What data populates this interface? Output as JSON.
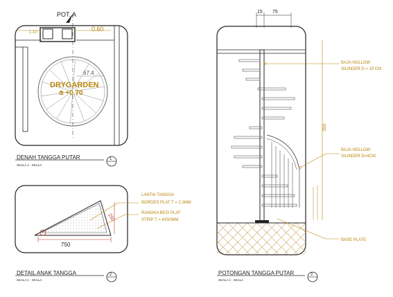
{
  "plan": {
    "section_marker": "POT. A",
    "dim_width": "0.60",
    "dim_left": "1.10",
    "dim_radius": "67.4",
    "room_name": "DRYGARDEN",
    "room_level": "± +0.70",
    "title": "DENAH TANGGA PUTAR",
    "scale": "SKALA 1 : SKALA",
    "sheet_no": "1"
  },
  "detail": {
    "label_floor_1": "LANTAI TANGGA",
    "label_floor_2": "BORDES PLAT T = 2.3MM",
    "label_frame_1": "RANGKA BESI PLAT",
    "label_frame_2": "STRIP T = 4X50MM",
    "dim_height": "250",
    "dim_length": "750",
    "title": "DETAIL ANAK TANGGA",
    "scale": "SKALA 1 : SKALA",
    "sheet_no": "2"
  },
  "section": {
    "dim_top_a": "15",
    "dim_top_b": "75",
    "label_column_1": "BAJA HOLLOW",
    "label_column_2": "SILINDER D = 15 CM",
    "label_rail_1": "BAJA HOLLOW",
    "label_rail_2": "SILINDER D=4CM",
    "dim_height": "350",
    "label_base": "BASE PLATE",
    "title": "POTONGAN TANGGA PUTAR",
    "scale": "SKALA 1 : SKALA",
    "sheet_no": "2"
  },
  "colors": {
    "annotation": "#b8860b",
    "linework": "#222222",
    "dimension": "#c0392b"
  }
}
